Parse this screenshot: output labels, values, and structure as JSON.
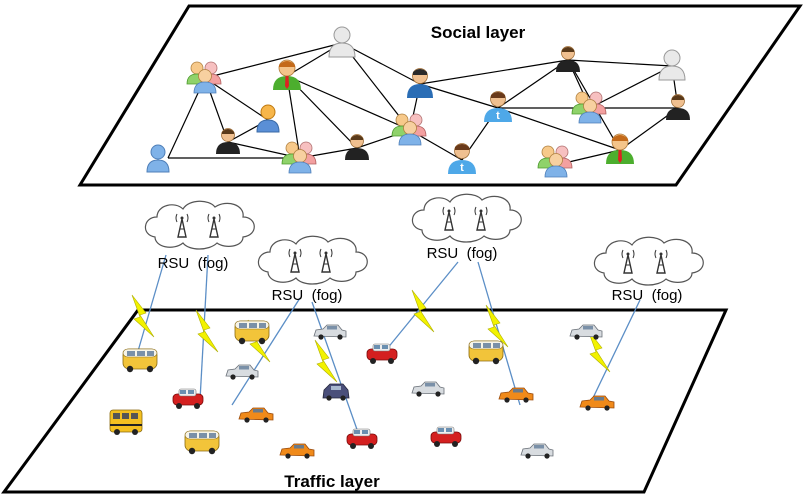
{
  "social_layer": {
    "title": "Social layer"
  },
  "traffic_layer": {
    "title": "Traffic  layer"
  },
  "rsu_label": "RSU  (fog)",
  "fog_nodes": [
    {
      "label": "RSU  (fog)"
    },
    {
      "label": "RSU  (fog)"
    },
    {
      "label": "RSU  (fog)"
    },
    {
      "label": "RSU  (fog)"
    }
  ],
  "colors": {
    "cloud_stroke": "#555555",
    "lightning": "#f2f200",
    "link_line": "#5b8ec6",
    "network_edge": "#000000"
  },
  "icons": {
    "users": "user-avatar-icon",
    "groups": "user-group-icon",
    "twitter": "twitter-user-icon",
    "antenna": "antenna-tower-icon",
    "cars": "car-icon",
    "vans": "van-icon",
    "bus": "bus-icon"
  }
}
